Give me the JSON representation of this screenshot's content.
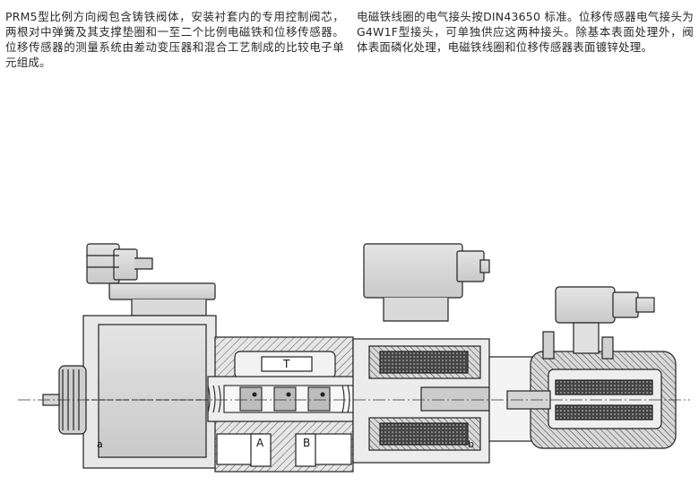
{
  "intro": {
    "left": "PRM5型比例方向阀包含铸铁阀体，安装衬套内的专用控制阀芯，两根对中弹簧及其支撑垫圈和一至二个比例电磁铁和位移传感器。位移传感器的测量系统由差动变压器和混合工艺制成的比较电子单元组成。",
    "right": "电磁铁线圈的电气接头按DIN43650 标准。位移传感器电气接头为G4W1F型接头，可单独供应这两种接头。除基本表面处理外，阀体表面磷化处理，电磁铁线圈和位移传感器表面镀锌处理。"
  },
  "figure": {
    "label_a": "a",
    "label_b": "b",
    "port_t": "T",
    "port_a": "A",
    "port_b": "B"
  }
}
